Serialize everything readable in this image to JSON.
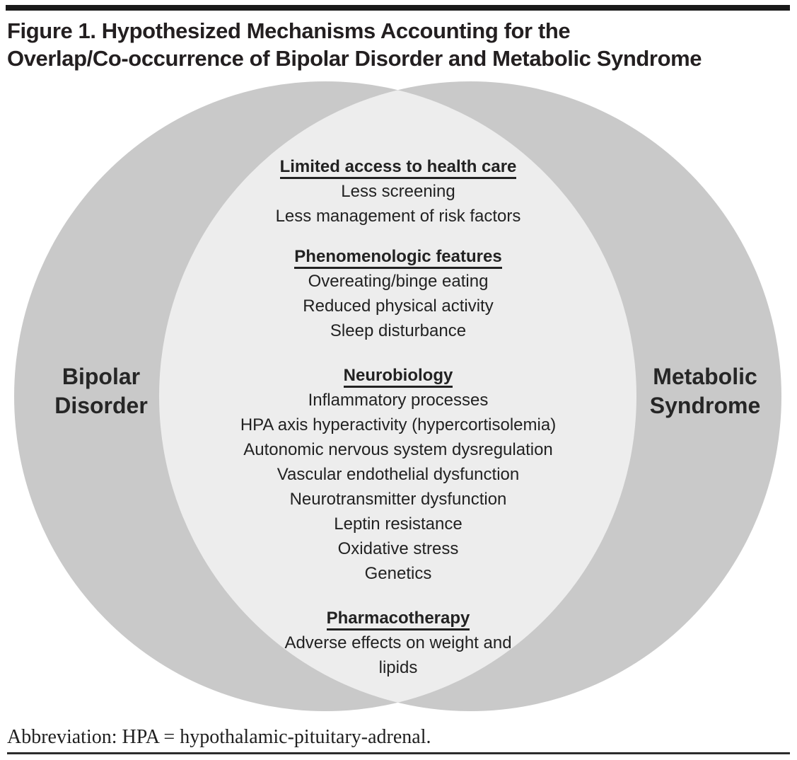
{
  "figure": {
    "title_line1": "Figure 1. Hypothesized Mechanisms Accounting for the",
    "title_line2": "Overlap/Co-occurrence of Bipolar Disorder and Metabolic Syndrome",
    "footnote": "Abbreviation: HPA = hypothalamic-pituitary-adrenal."
  },
  "venn": {
    "left_label": "Bipolar Disorder",
    "right_label": "Metabolic Syndrome",
    "colors": {
      "circle_fill": "#c9c9c9",
      "overlap_fill": "#ededed",
      "text": "#222222",
      "bar_black": "#1a1a1a"
    },
    "sections": [
      {
        "heading": "Limited access to health care",
        "items": [
          "Less screening",
          "Less management of risk factors"
        ]
      },
      {
        "heading": "Phenomenologic features",
        "items": [
          "Overeating/binge eating",
          "Reduced physical activity",
          "Sleep disturbance"
        ]
      },
      {
        "heading": "Neurobiology",
        "items": [
          "Inflammatory processes",
          "HPA axis hyperactivity (hypercortisolemia)",
          "Autonomic nervous system dysregulation",
          "Vascular endothelial dysfunction",
          "Neurotransmitter dysfunction",
          "Leptin resistance",
          "Oxidative stress",
          "Genetics"
        ]
      },
      {
        "heading": "Pharmacotherapy",
        "items": [
          "Adverse effects on weight and lipids"
        ]
      }
    ]
  }
}
